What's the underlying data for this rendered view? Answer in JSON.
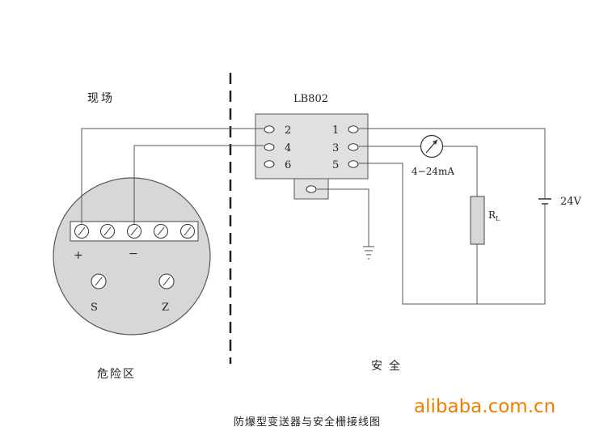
{
  "labels": {
    "field": "现场",
    "device_model": "LB802",
    "terminal_2": "2",
    "terminal_4": "4",
    "terminal_6": "6",
    "terminal_1": "1",
    "terminal_3": "3",
    "terminal_5": "5",
    "meter_range": "4−24mA",
    "load_resistor_main": "R",
    "load_resistor_sub": "L",
    "supply_voltage": "24V",
    "plus_sign": "+",
    "minus_sign": "−",
    "terminal_s": "S",
    "terminal_z": "Z",
    "hazardous_area": "危险区",
    "safe_area": "安全",
    "caption": "防爆型变送器与安全栅接线图"
  },
  "watermark": "alibaba.com.cn",
  "colors": {
    "line": "#555555",
    "housing_fill": "#d7d7d7",
    "box_fill": "#e0e0e0",
    "watermark": "#ee7d00"
  }
}
